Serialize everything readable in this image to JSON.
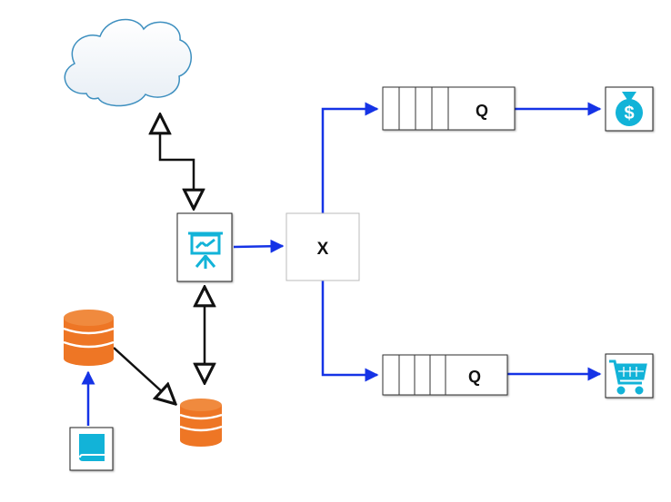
{
  "diagram": {
    "exchange": {
      "label": "X"
    },
    "queues": [
      {
        "id": "queue-top",
        "label": "Q"
      },
      {
        "id": "queue-bottom",
        "label": "Q"
      }
    ],
    "icons": {
      "cloud": "cloud-icon",
      "presentation": "presentation-board-icon",
      "money_bag": "money-bag-icon",
      "cart": "shopping-cart-icon",
      "database_large": "database-icon",
      "database_small": "database-icon",
      "book": "book-icon"
    },
    "colors": {
      "blue_arrow": "#1533e6",
      "black_arrow": "#111111",
      "cyan_icon": "#12b3d8",
      "orange_db": "#ee7625",
      "cloud_stroke": "#3d8fbf"
    }
  }
}
